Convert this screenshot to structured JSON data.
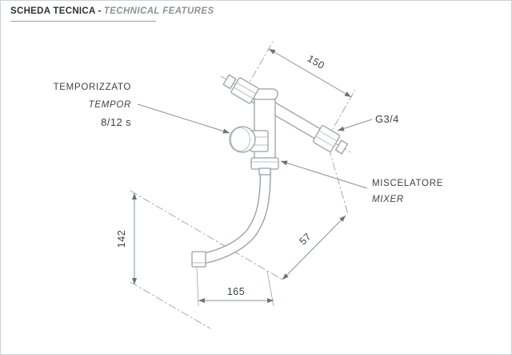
{
  "header": {
    "title_it": "SCHEDA TECNICA",
    "separator": "-",
    "title_en": "TECHNICAL FEATURES"
  },
  "labels": {
    "timer_line1": "TEMPORIZZATO",
    "timer_line2": "TEMPOR",
    "timer_value": "8/12 s",
    "thread_size": "G3/4",
    "mixer_line1": "MISCELATORE",
    "mixer_line2": "MIXER"
  },
  "dimensions": {
    "center_distance_mm": "150",
    "height_mm": "142",
    "depth_mm": "57",
    "spout_reach_mm": "165"
  },
  "colors": {
    "outline": "#98a1a8",
    "dimension_line": "#8a9299",
    "text": "#3d4248",
    "header_accent": "#2f3337",
    "header_muted": "#8d9298"
  }
}
